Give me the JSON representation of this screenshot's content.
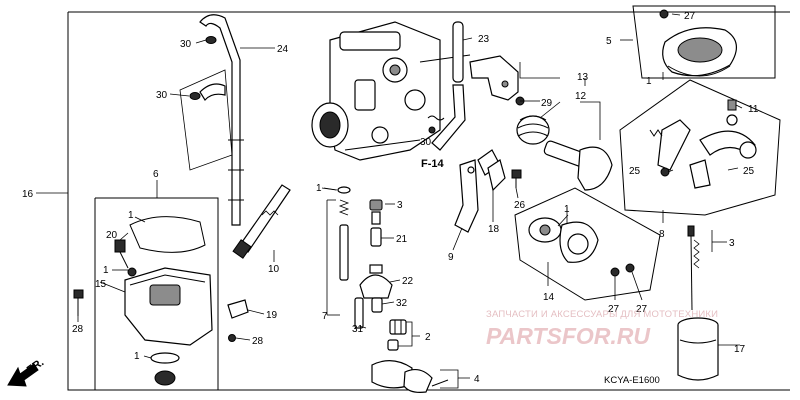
{
  "diagram": {
    "section_label": "F-14",
    "diagram_code": "KCYA-E1600",
    "direction_marker": "FR.",
    "callouts": {
      "c1a": "1",
      "c1b": "1",
      "c1c": "1",
      "c1d": "1",
      "c1e": "1",
      "c1f": "1",
      "c1g": "1",
      "c2": "2",
      "c3a": "3",
      "c3b": "3",
      "c4": "4",
      "c5": "5",
      "c6": "6",
      "c7": "7",
      "c8": "8",
      "c9": "9",
      "c10": "10",
      "c11": "11",
      "c12": "12",
      "c13": "13",
      "c14": "14",
      "c15": "15",
      "c16": "16",
      "c17": "17",
      "c18": "18",
      "c19": "19",
      "c20": "20",
      "c21": "21",
      "c22": "22",
      "c23": "23",
      "c24": "24",
      "c25a": "25",
      "c25b": "25",
      "c26": "26",
      "c27a": "27",
      "c27b": "27",
      "c27c": "27",
      "c28a": "28",
      "c28b": "28",
      "c29": "29",
      "c30a": "30",
      "c30b": "30",
      "c30c": "30",
      "c31": "31",
      "c32": "32"
    }
  },
  "watermark": {
    "tagline": "ЗАПЧАСТИ И АКСЕССУАРЫ ДЛЯ МОТОТЕХНИКИ",
    "logo": "PARTSFOR.RU"
  }
}
